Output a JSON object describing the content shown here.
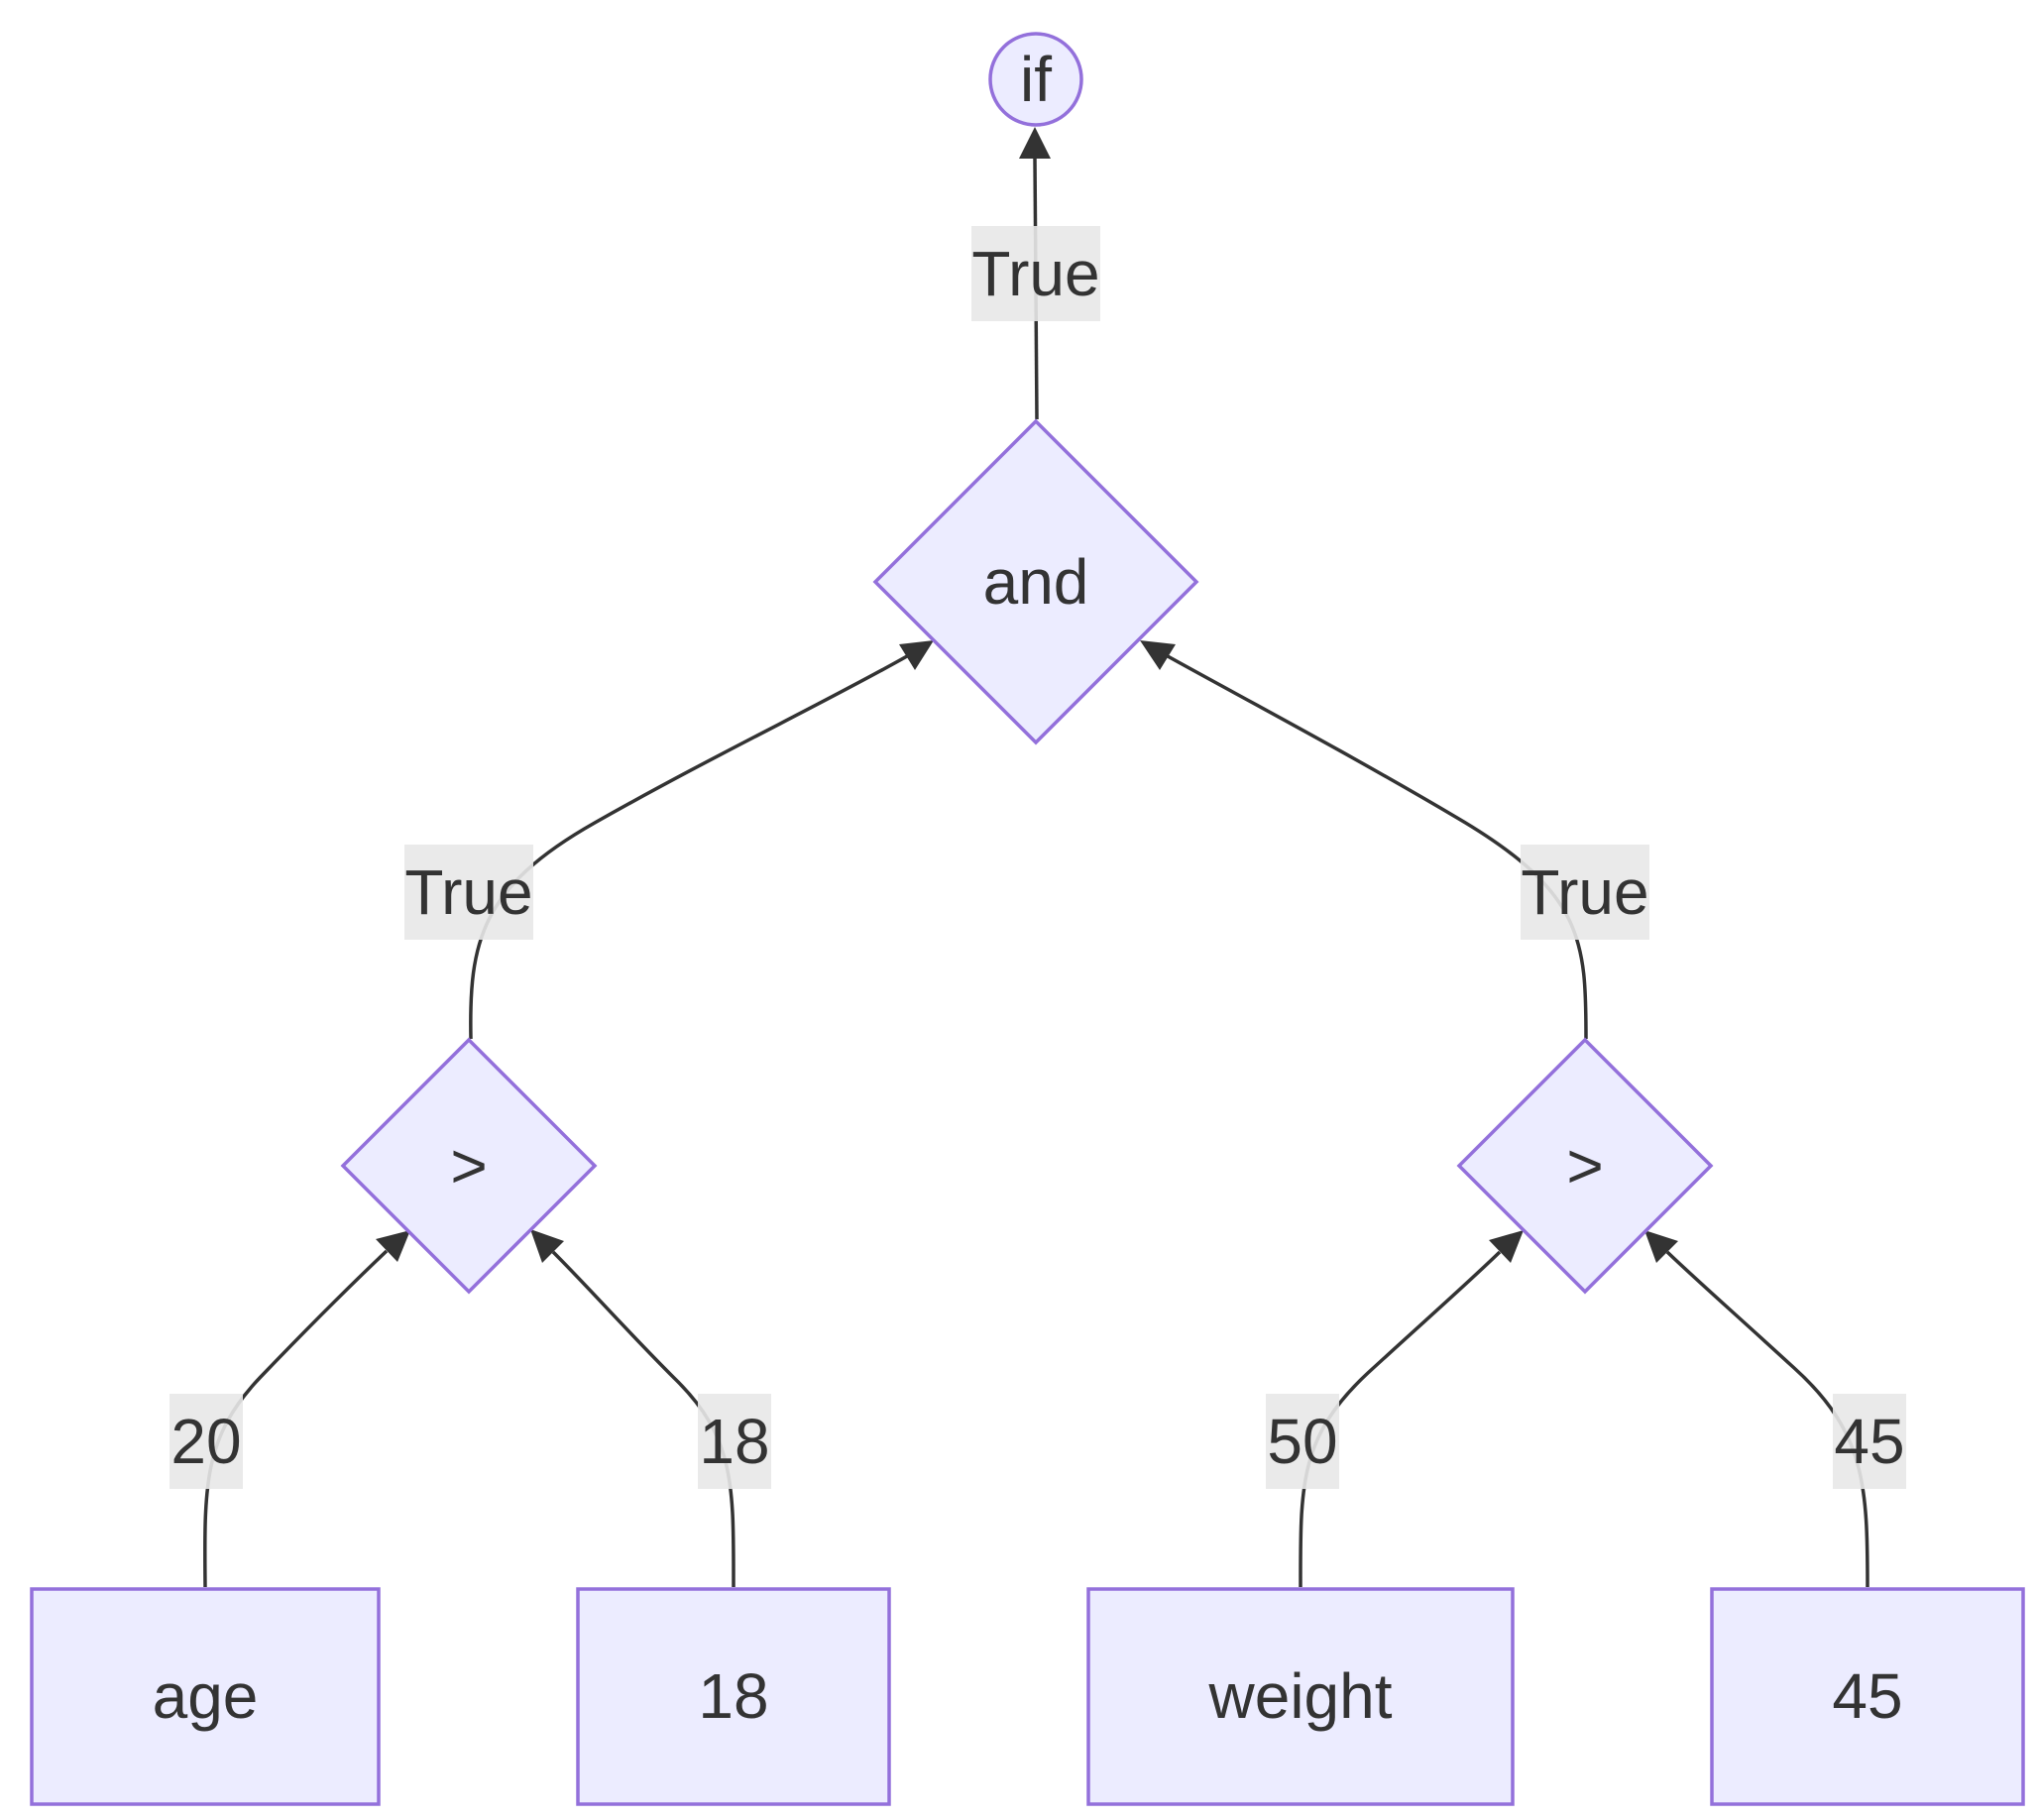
{
  "nodes": {
    "if": "if",
    "and": "and",
    "gt_left": ">",
    "gt_right": ">",
    "age": "age",
    "lit_18": "18",
    "weight": "weight",
    "lit_45": "45"
  },
  "edges": {
    "and_to_if": "True",
    "gt_left_to_and": "True",
    "gt_right_to_and": "True",
    "age_to_gt_left": "20",
    "lit_18_to_gt_left": "18",
    "weight_to_gt_right": "50",
    "lit_45_to_gt_right": "45"
  },
  "colors": {
    "node_fill": "#ececff",
    "node_stroke": "#9370db",
    "edge": "#333333",
    "label_bg": "#e8e8e8",
    "text": "#333333"
  }
}
